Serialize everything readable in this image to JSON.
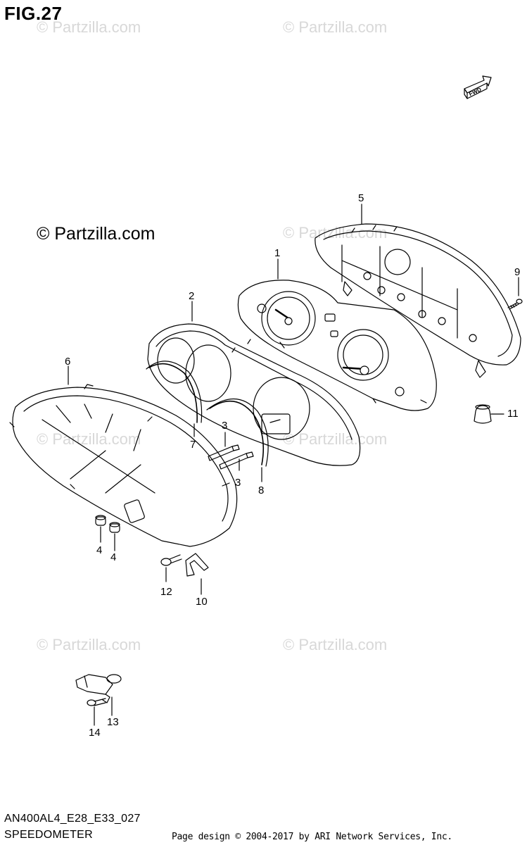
{
  "figure": {
    "title": "FIG.27",
    "fwd_label": "FWD"
  },
  "watermarks": {
    "main": "© Partzilla.com",
    "faint": "© Partzilla.com"
  },
  "callouts": [
    "1",
    "2",
    "3",
    "3",
    "4",
    "4",
    "5",
    "6",
    "7",
    "8",
    "9",
    "10",
    "11",
    "12",
    "13",
    "14"
  ],
  "footer": {
    "code": "AN400AL4_E28_E33_027",
    "name": "SPEEDOMETER",
    "credit": "Page design © 2004-2017 by ARI Network Services, Inc."
  }
}
